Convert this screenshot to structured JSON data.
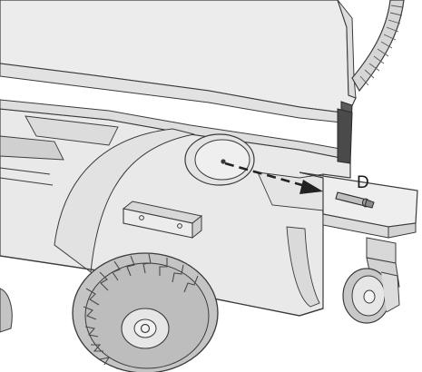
{
  "diagram": {
    "callout_label": "D",
    "colors": {
      "body_fill": "#e9e9e9",
      "body_shade": "#dedede",
      "body_dark": "#cfcfcf",
      "outline": "#3a3a3a",
      "tire": "#bdbdbd",
      "hose": "#d6d6d6",
      "arrow": "#222222",
      "background": "#ffffff"
    },
    "icons": [
      "machine-housing",
      "hose",
      "wheel",
      "caster-wheel",
      "handle-bracket",
      "pin",
      "direction-arrow"
    ]
  }
}
